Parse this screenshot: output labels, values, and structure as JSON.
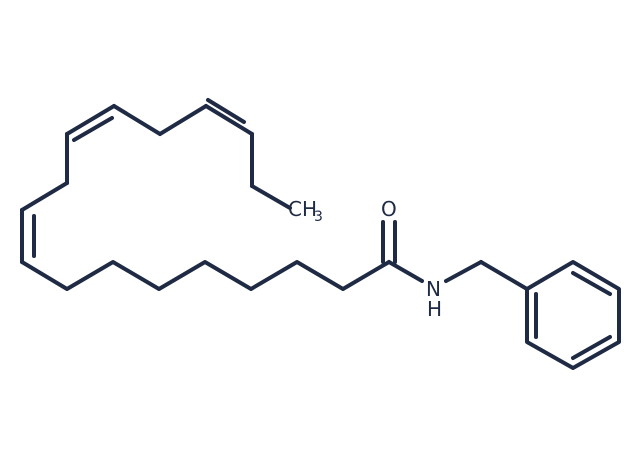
{
  "molecule": {
    "colors": {
      "bond": "#1f2a44",
      "label": "#1f2a44",
      "background": "#ffffff"
    },
    "atoms": {
      "methyl_c": "CH",
      "methyl_sub": "3",
      "oxygen": "O",
      "nitrogen": "N",
      "amide_h": "H"
    }
  }
}
